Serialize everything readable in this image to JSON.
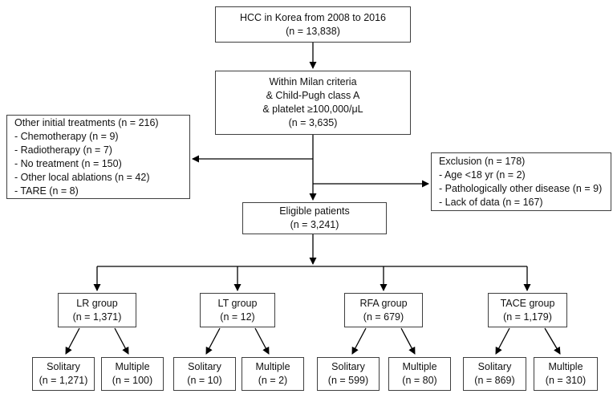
{
  "colors": {
    "background": "#ffffff",
    "box_border": "#3f3f3f",
    "arrow": "#000000",
    "text": "#111111"
  },
  "nodes": {
    "hcc": {
      "lines": [
        "HCC in Korea from 2008 to 2016",
        "(n = 13,838)"
      ]
    },
    "milan": {
      "lines": [
        "Within Milan criteria",
        "& Child-Pugh class A",
        "& platelet ≥100,000/μL",
        "(n = 3,635)"
      ]
    },
    "other_treatments": {
      "lines": [
        "Other initial treatments (n = 216)",
        "- Chemotherapy (n = 9)",
        "- Radiotherapy (n = 7)",
        "- No treatment (n = 150)",
        "- Other local ablations (n = 42)",
        "- TARE (n = 8)"
      ]
    },
    "exclusion": {
      "lines": [
        "Exclusion (n = 178)",
        "- Age <18 yr (n = 2)",
        "- Pathologically other disease (n = 9)",
        "- Lack of data (n = 167)"
      ]
    },
    "eligible": {
      "lines": [
        "Eligible patients",
        "(n = 3,241)"
      ]
    },
    "lr": {
      "lines": [
        "LR group",
        "(n = 1,371)"
      ]
    },
    "lt": {
      "lines": [
        "LT group",
        "(n = 12)"
      ]
    },
    "rfa": {
      "lines": [
        "RFA group",
        "(n = 679)"
      ]
    },
    "tace": {
      "lines": [
        "TACE group",
        "(n = 1,179)"
      ]
    },
    "lr_solitary": {
      "lines": [
        "Solitary",
        "(n = 1,271)"
      ]
    },
    "lr_multiple": {
      "lines": [
        "Multiple",
        "(n = 100)"
      ]
    },
    "lt_solitary": {
      "lines": [
        "Solitary",
        "(n = 10)"
      ]
    },
    "lt_multiple": {
      "lines": [
        "Multiple",
        "(n = 2)"
      ]
    },
    "rfa_solitary": {
      "lines": [
        "Solitary",
        "(n = 599)"
      ]
    },
    "rfa_multiple": {
      "lines": [
        "Multiple",
        "(n = 80)"
      ]
    },
    "tace_solitary": {
      "lines": [
        "Solitary",
        "(n = 869)"
      ]
    },
    "tace_multiple": {
      "lines": [
        "Multiple",
        "(n = 310)"
      ]
    }
  }
}
